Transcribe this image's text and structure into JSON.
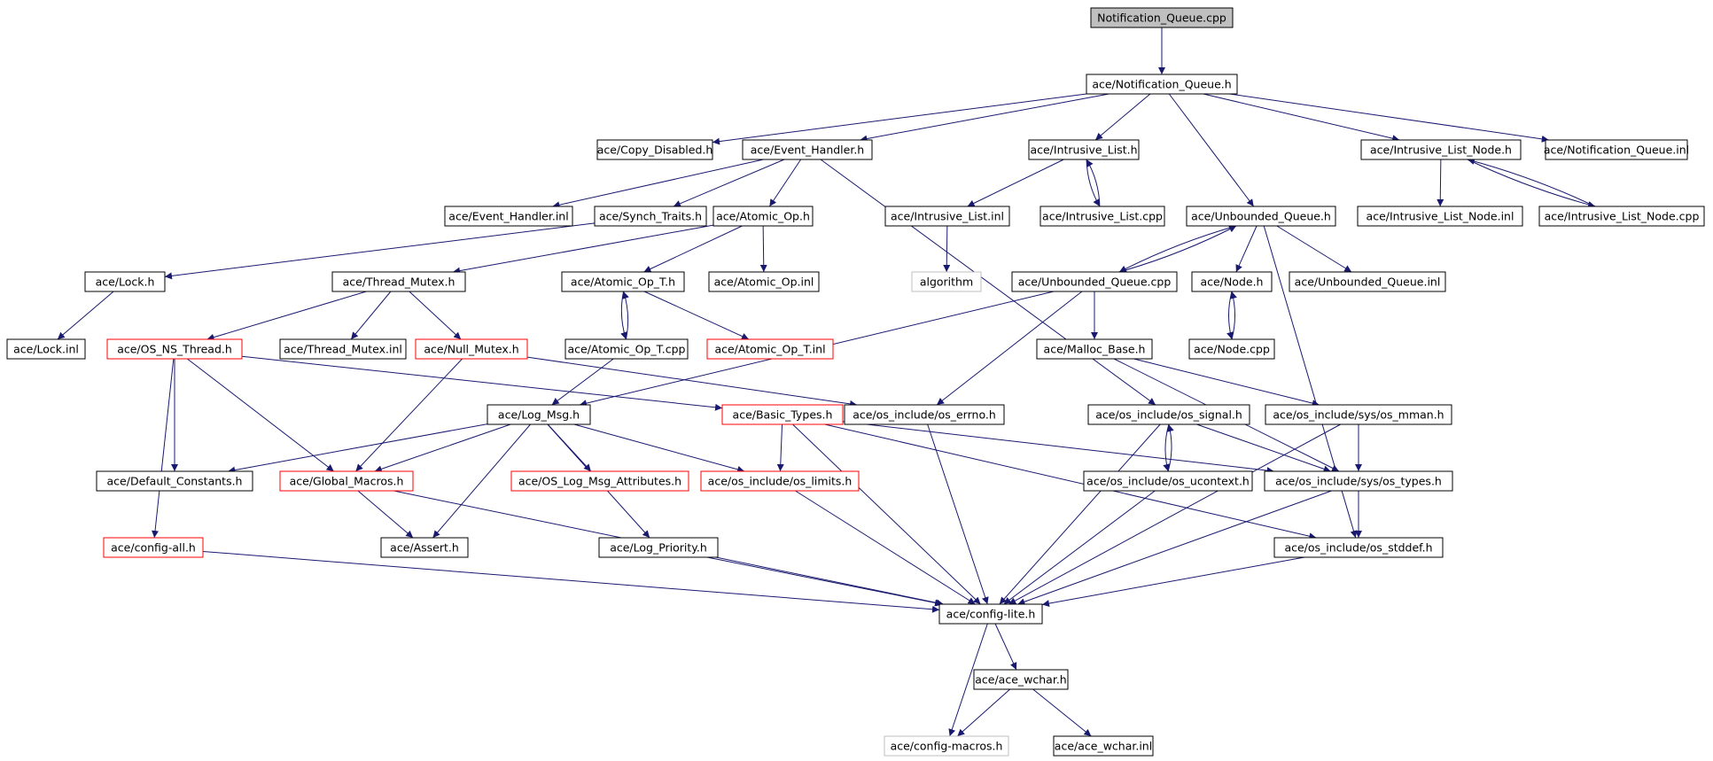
{
  "colors": {
    "edge": "#191970",
    "border_default": "#000000",
    "border_incomplete": "#ff0000",
    "border_missing": "#bfbfbf",
    "root_fill": "#bfbfbf",
    "node_fill": "#ffffff"
  },
  "nodes": [
    {
      "id": "root",
      "label": "Notification_Queue.cpp",
      "kind": "root"
    },
    {
      "id": "nq_h",
      "label": "ace/Notification_Queue.h",
      "kind": "default"
    },
    {
      "id": "copy_disabled",
      "label": "ace/Copy_Disabled.h",
      "kind": "default"
    },
    {
      "id": "event_handler_h",
      "label": "ace/Event_Handler.h",
      "kind": "default"
    },
    {
      "id": "intrusive_list_h",
      "label": "ace/Intrusive_List.h",
      "kind": "default"
    },
    {
      "id": "intrusive_list_node_h",
      "label": "ace/Intrusive_List_Node.h",
      "kind": "default"
    },
    {
      "id": "nq_inl",
      "label": "ace/Notification_Queue.inl",
      "kind": "default"
    },
    {
      "id": "event_handler_inl",
      "label": "ace/Event_Handler.inl",
      "kind": "default"
    },
    {
      "id": "synch_traits",
      "label": "ace/Synch_Traits.h",
      "kind": "default"
    },
    {
      "id": "atomic_op_h",
      "label": "ace/Atomic_Op.h",
      "kind": "default"
    },
    {
      "id": "intrusive_list_inl",
      "label": "ace/Intrusive_List.inl",
      "kind": "default"
    },
    {
      "id": "intrusive_list_cpp",
      "label": "ace/Intrusive_List.cpp",
      "kind": "default"
    },
    {
      "id": "unbounded_queue_h",
      "label": "ace/Unbounded_Queue.h",
      "kind": "default"
    },
    {
      "id": "intrusive_list_node_inl",
      "label": "ace/Intrusive_List_Node.inl",
      "kind": "default"
    },
    {
      "id": "intrusive_list_node_cpp",
      "label": "ace/Intrusive_List_Node.cpp",
      "kind": "default"
    },
    {
      "id": "lock_h",
      "label": "ace/Lock.h",
      "kind": "default"
    },
    {
      "id": "thread_mutex_h",
      "label": "ace/Thread_Mutex.h",
      "kind": "default"
    },
    {
      "id": "atomic_op_t_h",
      "label": "ace/Atomic_Op_T.h",
      "kind": "default"
    },
    {
      "id": "atomic_op_inl",
      "label": "ace/Atomic_Op.inl",
      "kind": "default"
    },
    {
      "id": "algorithm",
      "label": "algorithm",
      "kind": "missing"
    },
    {
      "id": "unbounded_queue_cpp",
      "label": "ace/Unbounded_Queue.cpp",
      "kind": "default"
    },
    {
      "id": "node_h",
      "label": "ace/Node.h",
      "kind": "default"
    },
    {
      "id": "unbounded_queue_inl",
      "label": "ace/Unbounded_Queue.inl",
      "kind": "default"
    },
    {
      "id": "lock_inl",
      "label": "ace/Lock.inl",
      "kind": "default"
    },
    {
      "id": "os_ns_thread",
      "label": "ace/OS_NS_Thread.h",
      "kind": "incomplete"
    },
    {
      "id": "thread_mutex_inl",
      "label": "ace/Thread_Mutex.inl",
      "kind": "default"
    },
    {
      "id": "null_mutex",
      "label": "ace/Null_Mutex.h",
      "kind": "incomplete"
    },
    {
      "id": "atomic_op_t_cpp",
      "label": "ace/Atomic_Op_T.cpp",
      "kind": "default"
    },
    {
      "id": "atomic_op_t_inl",
      "label": "ace/Atomic_Op_T.inl",
      "kind": "incomplete"
    },
    {
      "id": "malloc_base",
      "label": "ace/Malloc_Base.h",
      "kind": "default"
    },
    {
      "id": "node_cpp",
      "label": "ace/Node.cpp",
      "kind": "default"
    },
    {
      "id": "log_msg",
      "label": "ace/Log_Msg.h",
      "kind": "default"
    },
    {
      "id": "basic_types",
      "label": "ace/Basic_Types.h",
      "kind": "incomplete"
    },
    {
      "id": "os_errno",
      "label": "ace/os_include/os_errno.h",
      "kind": "default"
    },
    {
      "id": "os_signal",
      "label": "ace/os_include/os_signal.h",
      "kind": "default"
    },
    {
      "id": "os_mman",
      "label": "ace/os_include/sys/os_mman.h",
      "kind": "default"
    },
    {
      "id": "default_constants",
      "label": "ace/Default_Constants.h",
      "kind": "default"
    },
    {
      "id": "global_macros",
      "label": "ace/Global_Macros.h",
      "kind": "incomplete"
    },
    {
      "id": "os_log_msg_attr",
      "label": "ace/OS_Log_Msg_Attributes.h",
      "kind": "incomplete"
    },
    {
      "id": "os_limits",
      "label": "ace/os_include/os_limits.h",
      "kind": "incomplete"
    },
    {
      "id": "os_ucontext",
      "label": "ace/os_include/os_ucontext.h",
      "kind": "default"
    },
    {
      "id": "os_types",
      "label": "ace/os_include/sys/os_types.h",
      "kind": "default"
    },
    {
      "id": "config_all",
      "label": "ace/config-all.h",
      "kind": "incomplete"
    },
    {
      "id": "assert_h",
      "label": "ace/Assert.h",
      "kind": "default"
    },
    {
      "id": "log_priority",
      "label": "ace/Log_Priority.h",
      "kind": "default"
    },
    {
      "id": "os_stddef",
      "label": "ace/os_include/os_stddef.h",
      "kind": "default"
    },
    {
      "id": "config_lite",
      "label": "ace/config-lite.h",
      "kind": "default"
    },
    {
      "id": "ace_wchar_h",
      "label": "ace/ace_wchar.h",
      "kind": "default"
    },
    {
      "id": "config_macros",
      "label": "ace/config-macros.h",
      "kind": "missing"
    },
    {
      "id": "ace_wchar_inl",
      "label": "ace/ace_wchar.inl",
      "kind": "default"
    }
  ],
  "edges": [
    [
      "root",
      "nq_h"
    ],
    [
      "nq_h",
      "copy_disabled"
    ],
    [
      "nq_h",
      "event_handler_h"
    ],
    [
      "nq_h",
      "intrusive_list_h"
    ],
    [
      "nq_h",
      "unbounded_queue_h"
    ],
    [
      "nq_h",
      "intrusive_list_node_h"
    ],
    [
      "nq_h",
      "nq_inl"
    ],
    [
      "event_handler_h",
      "event_handler_inl"
    ],
    [
      "event_handler_h",
      "synch_traits"
    ],
    [
      "event_handler_h",
      "atomic_op_h"
    ],
    [
      "event_handler_h",
      "os_signal"
    ],
    [
      "synch_traits",
      "lock_h"
    ],
    [
      "atomic_op_h",
      "thread_mutex_h"
    ],
    [
      "atomic_op_h",
      "atomic_op_t_h"
    ],
    [
      "atomic_op_h",
      "atomic_op_inl"
    ],
    [
      "intrusive_list_h",
      "intrusive_list_inl"
    ],
    [
      "intrusive_list_h",
      "intrusive_list_cpp"
    ],
    [
      "intrusive_list_cpp",
      "intrusive_list_h"
    ],
    [
      "intrusive_list_inl",
      "algorithm"
    ],
    [
      "intrusive_list_node_h",
      "intrusive_list_node_inl"
    ],
    [
      "intrusive_list_node_h",
      "intrusive_list_node_cpp"
    ],
    [
      "intrusive_list_node_cpp",
      "intrusive_list_node_h"
    ],
    [
      "unbounded_queue_h",
      "unbounded_queue_cpp"
    ],
    [
      "unbounded_queue_cpp",
      "unbounded_queue_h"
    ],
    [
      "unbounded_queue_h",
      "node_h"
    ],
    [
      "unbounded_queue_h",
      "unbounded_queue_inl"
    ],
    [
      "unbounded_queue_h",
      "os_stddef"
    ],
    [
      "node_h",
      "node_cpp"
    ],
    [
      "node_cpp",
      "node_h"
    ],
    [
      "unbounded_queue_cpp",
      "malloc_base"
    ],
    [
      "unbounded_queue_cpp",
      "log_msg"
    ],
    [
      "unbounded_queue_cpp",
      "os_errno"
    ],
    [
      "lock_h",
      "lock_inl"
    ],
    [
      "thread_mutex_h",
      "os_ns_thread"
    ],
    [
      "thread_mutex_h",
      "thread_mutex_inl"
    ],
    [
      "thread_mutex_h",
      "null_mutex"
    ],
    [
      "atomic_op_t_h",
      "atomic_op_t_cpp"
    ],
    [
      "atomic_op_t_cpp",
      "atomic_op_t_h"
    ],
    [
      "atomic_op_t_h",
      "atomic_op_t_inl"
    ],
    [
      "atomic_op_t_cpp",
      "log_msg"
    ],
    [
      "os_ns_thread",
      "config_all"
    ],
    [
      "os_ns_thread",
      "default_constants"
    ],
    [
      "os_ns_thread",
      "global_macros"
    ],
    [
      "os_ns_thread",
      "basic_types"
    ],
    [
      "null_mutex",
      "global_macros"
    ],
    [
      "null_mutex",
      "os_errno"
    ],
    [
      "malloc_base",
      "os_mman"
    ],
    [
      "malloc_base",
      "os_types"
    ],
    [
      "log_msg",
      "default_constants"
    ],
    [
      "log_msg",
      "global_macros"
    ],
    [
      "log_msg",
      "assert_h"
    ],
    [
      "log_msg",
      "os_log_msg_attr"
    ],
    [
      "log_msg",
      "os_limits"
    ],
    [
      "log_msg",
      "log_priority"
    ],
    [
      "basic_types",
      "os_limits"
    ],
    [
      "basic_types",
      "os_types"
    ],
    [
      "basic_types",
      "os_stddef"
    ],
    [
      "basic_types",
      "config_lite"
    ],
    [
      "os_errno",
      "config_lite"
    ],
    [
      "os_signal",
      "os_ucontext"
    ],
    [
      "os_ucontext",
      "os_signal"
    ],
    [
      "os_signal",
      "os_types"
    ],
    [
      "os_signal",
      "config_lite"
    ],
    [
      "os_mman",
      "os_types"
    ],
    [
      "os_mman",
      "config_lite"
    ],
    [
      "global_macros",
      "assert_h"
    ],
    [
      "global_macros",
      "config_lite"
    ],
    [
      "os_limits",
      "config_lite"
    ],
    [
      "os_ucontext",
      "config_lite"
    ],
    [
      "os_types",
      "os_stddef"
    ],
    [
      "os_types",
      "config_lite"
    ],
    [
      "config_all",
      "config_lite"
    ],
    [
      "log_priority",
      "config_lite"
    ],
    [
      "os_stddef",
      "config_lite"
    ],
    [
      "config_lite",
      "ace_wchar_h"
    ],
    [
      "config_lite",
      "config_macros"
    ],
    [
      "ace_wchar_h",
      "config_macros"
    ],
    [
      "ace_wchar_h",
      "ace_wchar_inl"
    ]
  ]
}
